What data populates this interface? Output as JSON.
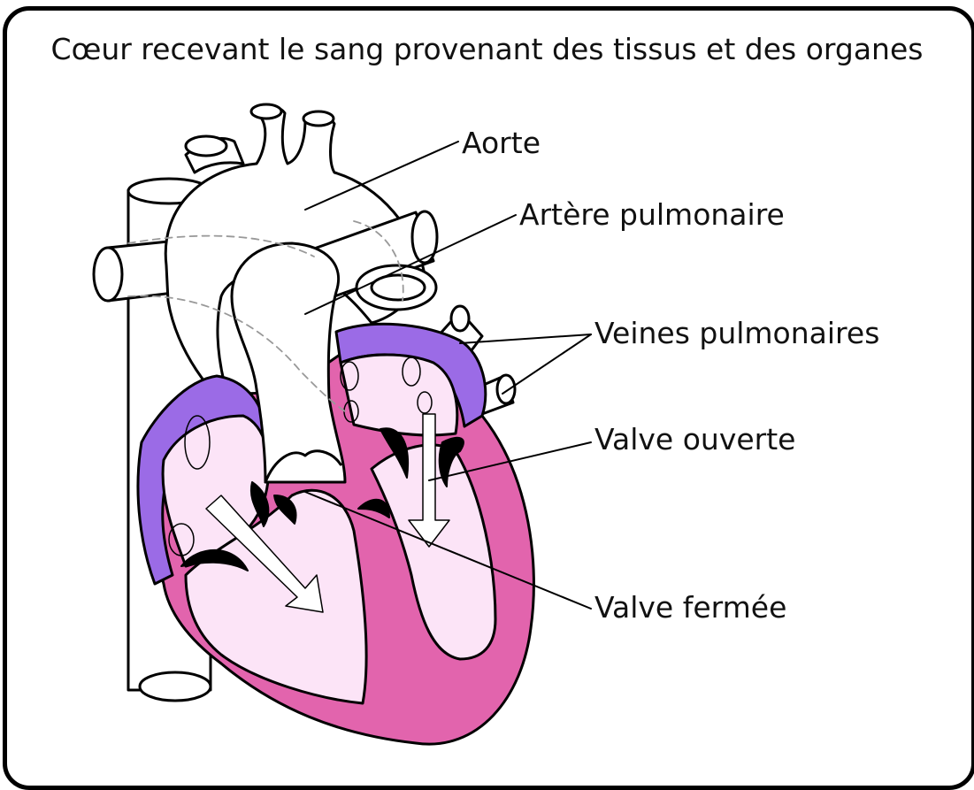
{
  "title": "Cœur recevant le sang provenant des tissus et des organes",
  "labels": {
    "aorte": "Aorte",
    "artere_pulmonaire": "Artère pulmonaire",
    "veines_pulmonaires": "Veines pulmonaires",
    "valve_ouverte": "Valve ouverte",
    "valve_fermee": "Valve fermée"
  },
  "colors": {
    "atrium_purple": "#9b6be6",
    "muscle_pink": "#e264ad",
    "chamber_light": "#fce4f7",
    "outline": "#000000",
    "vessel_fill": "#ffffff"
  }
}
